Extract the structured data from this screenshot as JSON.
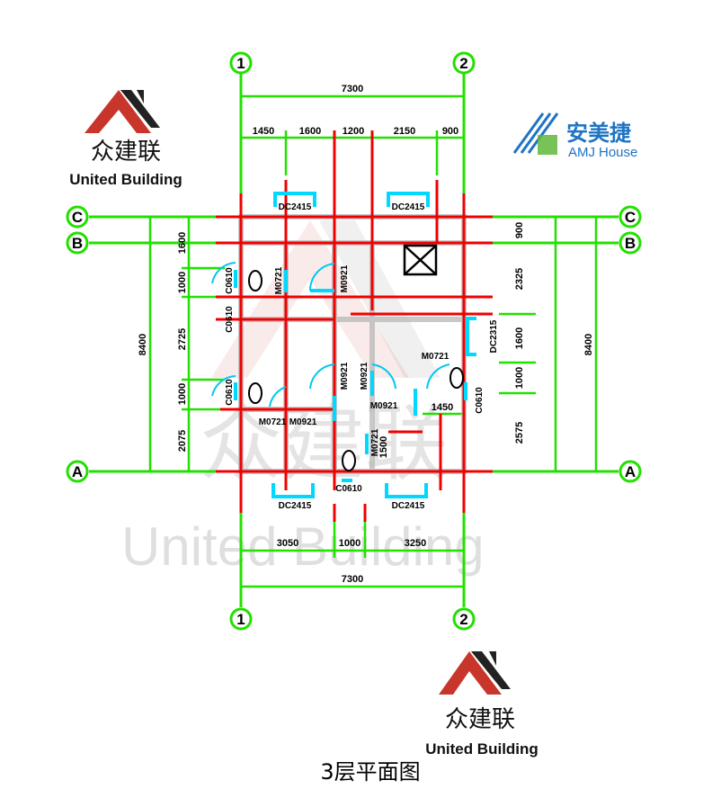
{
  "logo_top_left": {
    "cn": "众建联",
    "en": "United Building"
  },
  "logo_bottom": {
    "cn": "众建联",
    "en": "United Building"
  },
  "logo_amj": {
    "cn": "安美捷",
    "en_a": "AMJ",
    "en_b": "House"
  },
  "watermark": {
    "cn": "众建联",
    "en": "United Building"
  },
  "page_title": "3层平面图",
  "axes": {
    "col_1": "1",
    "col_2": "2",
    "row_a": "A",
    "row_b": "B",
    "row_c": "C"
  },
  "dims_top": {
    "overall": "7300",
    "segments": [
      "1450",
      "1600",
      "1200",
      "2150",
      "900"
    ]
  },
  "dims_bottom": {
    "overall": "7300",
    "segments": [
      "3050",
      "1000",
      "3250"
    ]
  },
  "dims_left": {
    "overall": "8400",
    "segments": [
      "1600",
      "1000",
      "2725",
      "1000",
      "2075"
    ]
  },
  "dims_right": {
    "overall": "8400",
    "segments": [
      "900",
      "2325",
      "1600",
      "1000",
      "2575"
    ]
  },
  "labels": {
    "dc_top_1": "DC2415",
    "dc_top_2": "DC2415",
    "dc_bot_1": "DC2415",
    "dc_bot_2": "DC2415",
    "dc_right": "DC2315",
    "c0610_l1": "C0610",
    "c0610_l2": "C0610",
    "c0610_l3": "C0610",
    "c0610_bot": "C0610",
    "c0610_right": "C0610",
    "m0721_1": "M0721",
    "m0721_2": "M0721",
    "m0721_3": "M0721",
    "m0721_4": "M0721",
    "m0921_1": "M0921",
    "m0921_2": "M0921",
    "m0921_3": "M0921",
    "m0921_4": "M0921",
    "m0921_5": "M0921",
    "dim_1450_inner": "1450",
    "dim_1500_inner": "1500"
  }
}
